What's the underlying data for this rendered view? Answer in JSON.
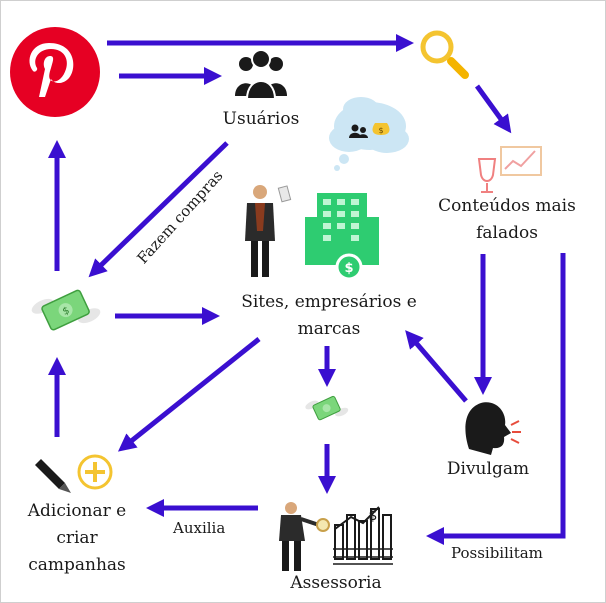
{
  "colors": {
    "arrow": "#3a0fd0",
    "pinterest": "#e60023",
    "green": "#2ecc71",
    "money": "#7bd67b",
    "gold": "#f4c430",
    "trophy": "#f0a0a0",
    "cloud": "#cce6f4",
    "dark": "#1a1a1a"
  },
  "nodes": {
    "usuarios": "Usuários",
    "conteudos": [
      "Conteúdos mais",
      "falados"
    ],
    "sites": [
      "Sites, empresários e",
      "marcas"
    ],
    "divulgam": "Divulgam",
    "assessoria": "Assessoria",
    "adicionar": [
      "Adicionar e",
      "criar",
      "campanhas"
    ]
  },
  "edges": {
    "fazem_compras": "Fazem compras",
    "auxilia": "Auxilia",
    "possibilitam": "Possibilitam"
  },
  "icons": [
    "pinterest-logo-icon",
    "users-group-icon",
    "search-magnifier-icon",
    "thought-cloud-icon",
    "trophy-chart-icon",
    "businessman-icon",
    "building-money-icon",
    "money-wings-icon",
    "speaking-head-icon",
    "pencil-icon",
    "plus-circle-icon",
    "analyst-magnifier-icon",
    "bar-chart-dollar-icon"
  ]
}
